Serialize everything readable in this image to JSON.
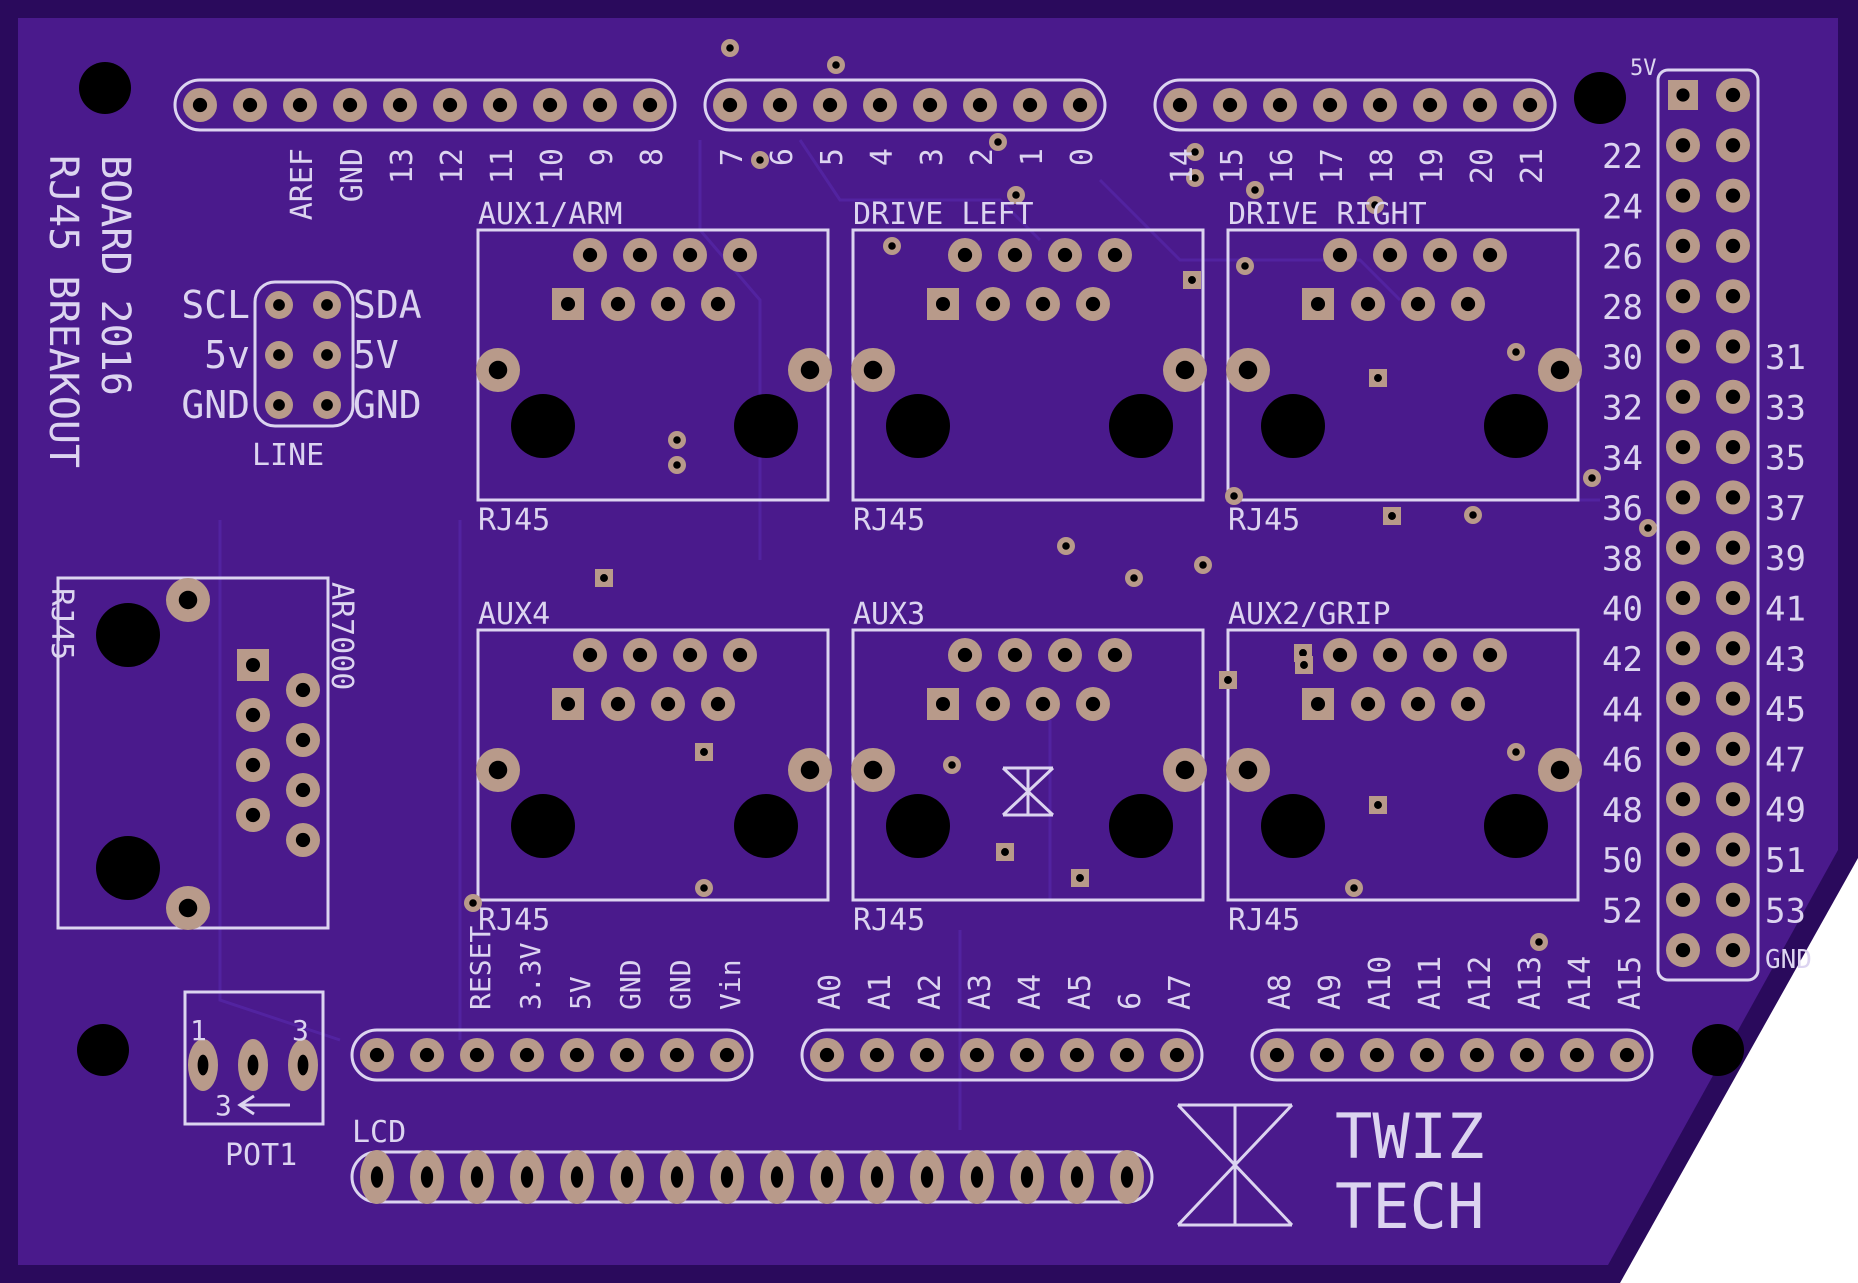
{
  "colors": {
    "board": "#4a1a8c",
    "board_edge": "#2a0a5c",
    "silkscreen": "#dcd4f0",
    "copper_pad": "#b89a8a",
    "hole": "#000000"
  },
  "board_title": [
    "RJ45 BREAKOUT",
    "BOARD 2016"
  ],
  "logo": {
    "line1": "TWIZ",
    "line2": "TECH"
  },
  "top_header_left": [
    "AREF",
    "GND",
    "13",
    "12",
    "11",
    "10",
    "9",
    "8"
  ],
  "top_header_mid": [
    "7",
    "6",
    "5",
    "4",
    "3",
    "2",
    "1",
    "0"
  ],
  "top_header_right": [
    "14",
    "15",
    "16",
    "17",
    "18",
    "19",
    "20",
    "21"
  ],
  "i2c": {
    "left": [
      "SCL",
      "5v",
      "GND"
    ],
    "right": [
      "SDA",
      "5V",
      "GND"
    ],
    "label": "LINE"
  },
  "rj45_ports": [
    {
      "name": "AUX1/ARM",
      "label": "RJ45"
    },
    {
      "name": "DRIVE_LEFT",
      "label": "RJ45"
    },
    {
      "name": "DRIVE_RIGHT",
      "label": "RJ45"
    },
    {
      "name": "AUX4",
      "label": "RJ45"
    },
    {
      "name": "AUX3",
      "label": "RJ45"
    },
    {
      "name": "AUX2/GRIP",
      "label": "RJ45"
    }
  ],
  "ar7000": {
    "left": "RJ45",
    "right": "AR7000"
  },
  "side_header": {
    "top": "5V",
    "left": [
      "22",
      "24",
      "26",
      "28",
      "30",
      "32",
      "34",
      "36",
      "38",
      "40",
      "42",
      "44",
      "46",
      "48",
      "50",
      "52"
    ],
    "right": [
      "31",
      "33",
      "35",
      "37",
      "39",
      "41",
      "43",
      "45",
      "47",
      "49",
      "51",
      "53"
    ],
    "bottom": "GND"
  },
  "power_header": [
    "RESET",
    "3.3V",
    "5V",
    "GND",
    "GND",
    "Vin"
  ],
  "analog_header_a": [
    "A0",
    "A1",
    "A2",
    "A3",
    "A4",
    "A5",
    "6",
    "A7"
  ],
  "analog_header_b": [
    "A8",
    "A9",
    "A10",
    "A11",
    "A12",
    "A13",
    "A14",
    "A15"
  ],
  "pot": {
    "label": "POT1",
    "pin1": "1",
    "pin3": "3",
    "arrow": "3"
  },
  "lcd_label": "LCD"
}
